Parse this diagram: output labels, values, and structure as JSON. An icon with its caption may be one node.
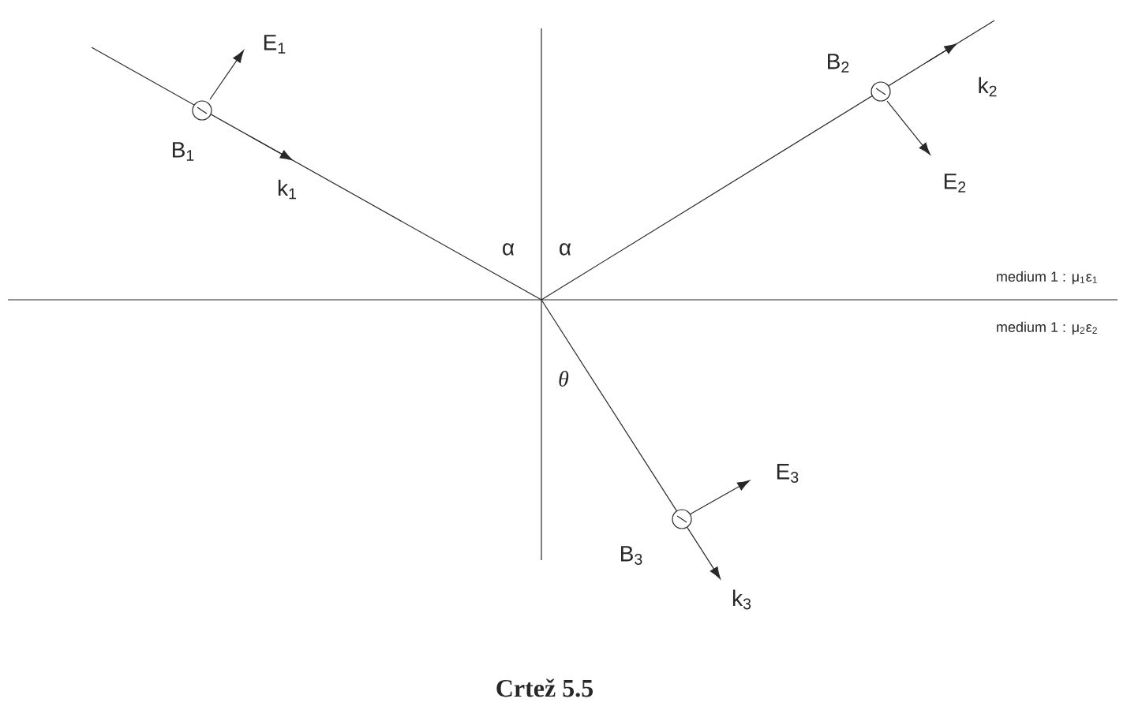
{
  "diagram": {
    "caption": "Crtež 5.5",
    "labels": [
      "E$_{1}$",
      "B$_{2}$",
      "k$_{2}$",
      "B$_{1}$",
      "k$_{1}$",
      "E$_{2}$",
      "α",
      "α",
      "medium 1 : μ$_{1}$ε$_{1}$",
      "medium 1 : μ$_{2}$ε$_{2}$",
      "θ",
      "E$_{3}$",
      "B$_{3}$",
      "k$_{3}$"
    ]
  }
}
